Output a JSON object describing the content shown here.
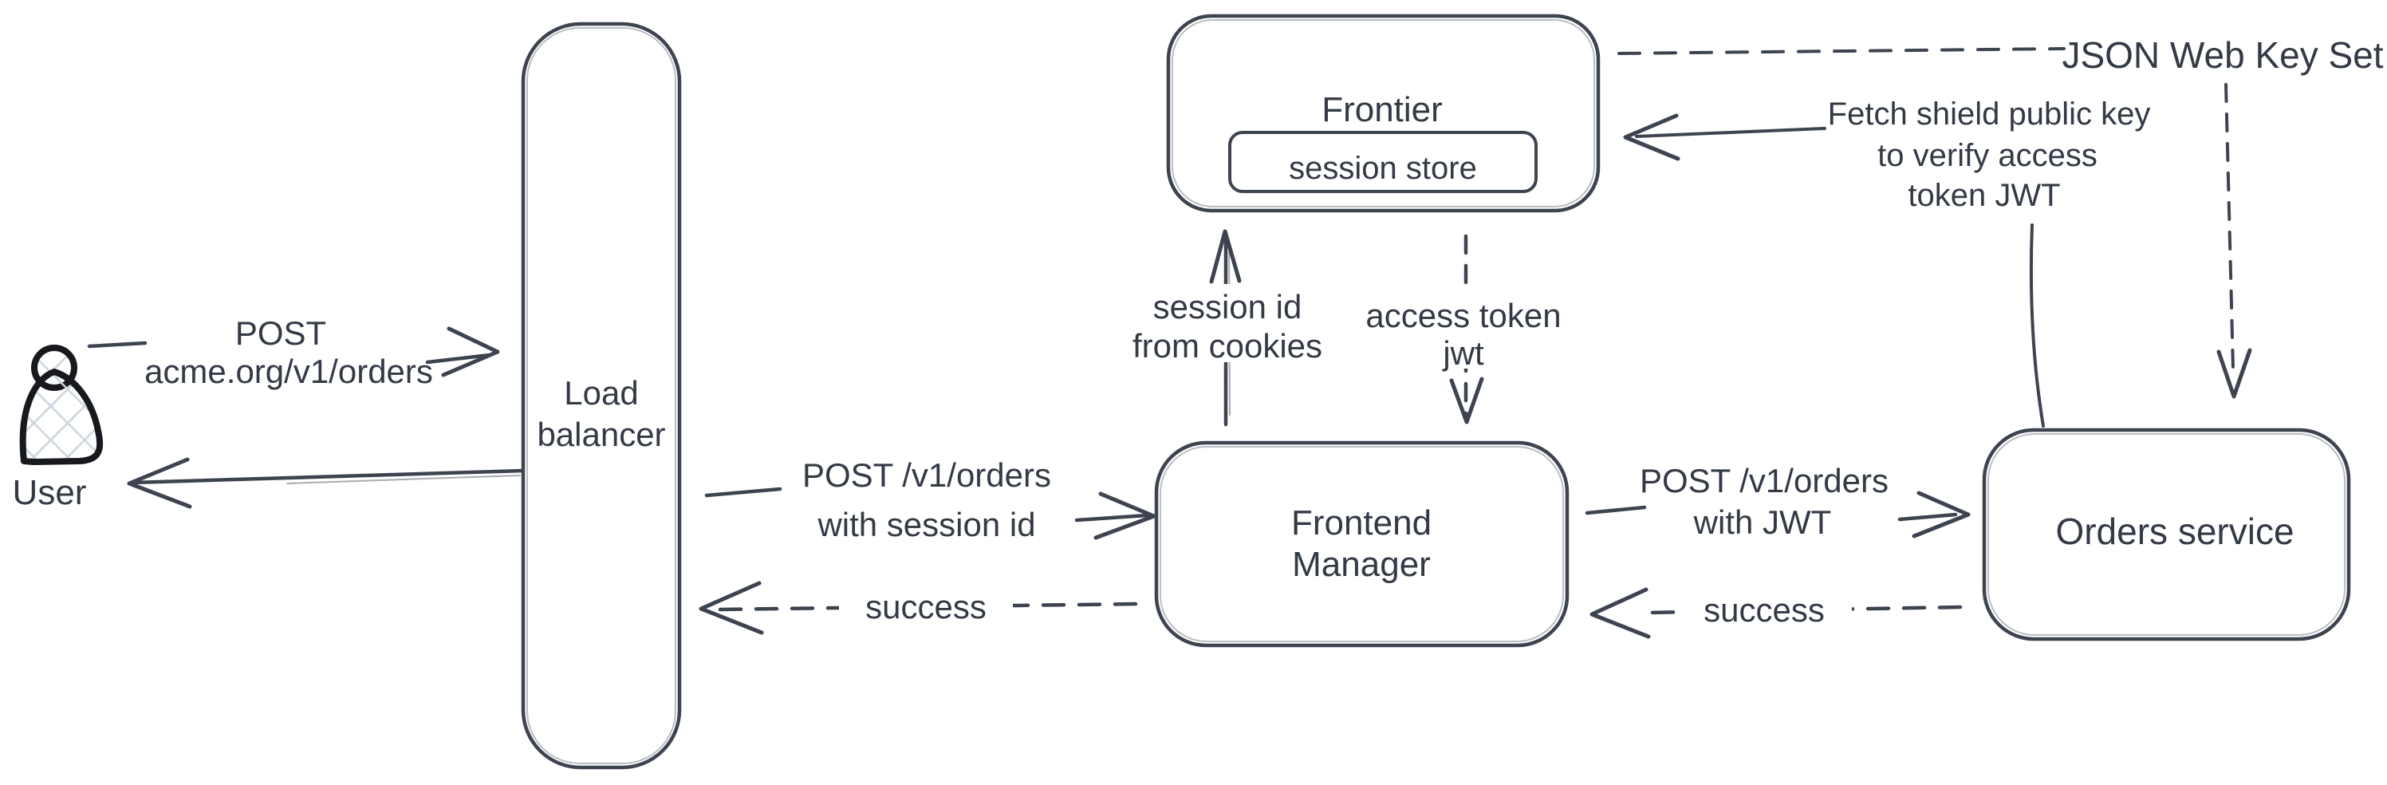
{
  "nodes": {
    "user": {
      "label": "User"
    },
    "load_balancer": {
      "line1": "Load",
      "line2": "balancer"
    },
    "frontier": {
      "title": "Frontier",
      "session_store": "session store"
    },
    "frontend_manager": {
      "line1": "Frontend",
      "line2": "Manager"
    },
    "orders_service": {
      "label": "Orders service"
    },
    "jwks": {
      "label": "JSON Web Key Set"
    }
  },
  "edges": {
    "user_request": {
      "line1": "POST",
      "line2": "acme.org/v1/orders"
    },
    "lb_to_frontend": {
      "line1": "POST /v1/orders",
      "line2": "with session id"
    },
    "frontend_to_lb": {
      "label": "success"
    },
    "session_id_up": {
      "line1": "session id",
      "line2": "from cookies"
    },
    "access_token_down": {
      "line1": "access token",
      "line2": "jwt"
    },
    "frontend_to_orders": {
      "line1": "POST /v1/orders",
      "line2": "with JWT"
    },
    "orders_to_frontend": {
      "label": "success"
    },
    "fetch_key": {
      "line1": "Fetch shield public key",
      "line2": "to verify access",
      "line3": "token JWT"
    }
  },
  "colors": {
    "background": "#ffffff",
    "stroke": "#3d4450",
    "text": "#333a46",
    "user_icon_stroke": "#17191e",
    "user_icon_hatch": "#ccd5df"
  }
}
